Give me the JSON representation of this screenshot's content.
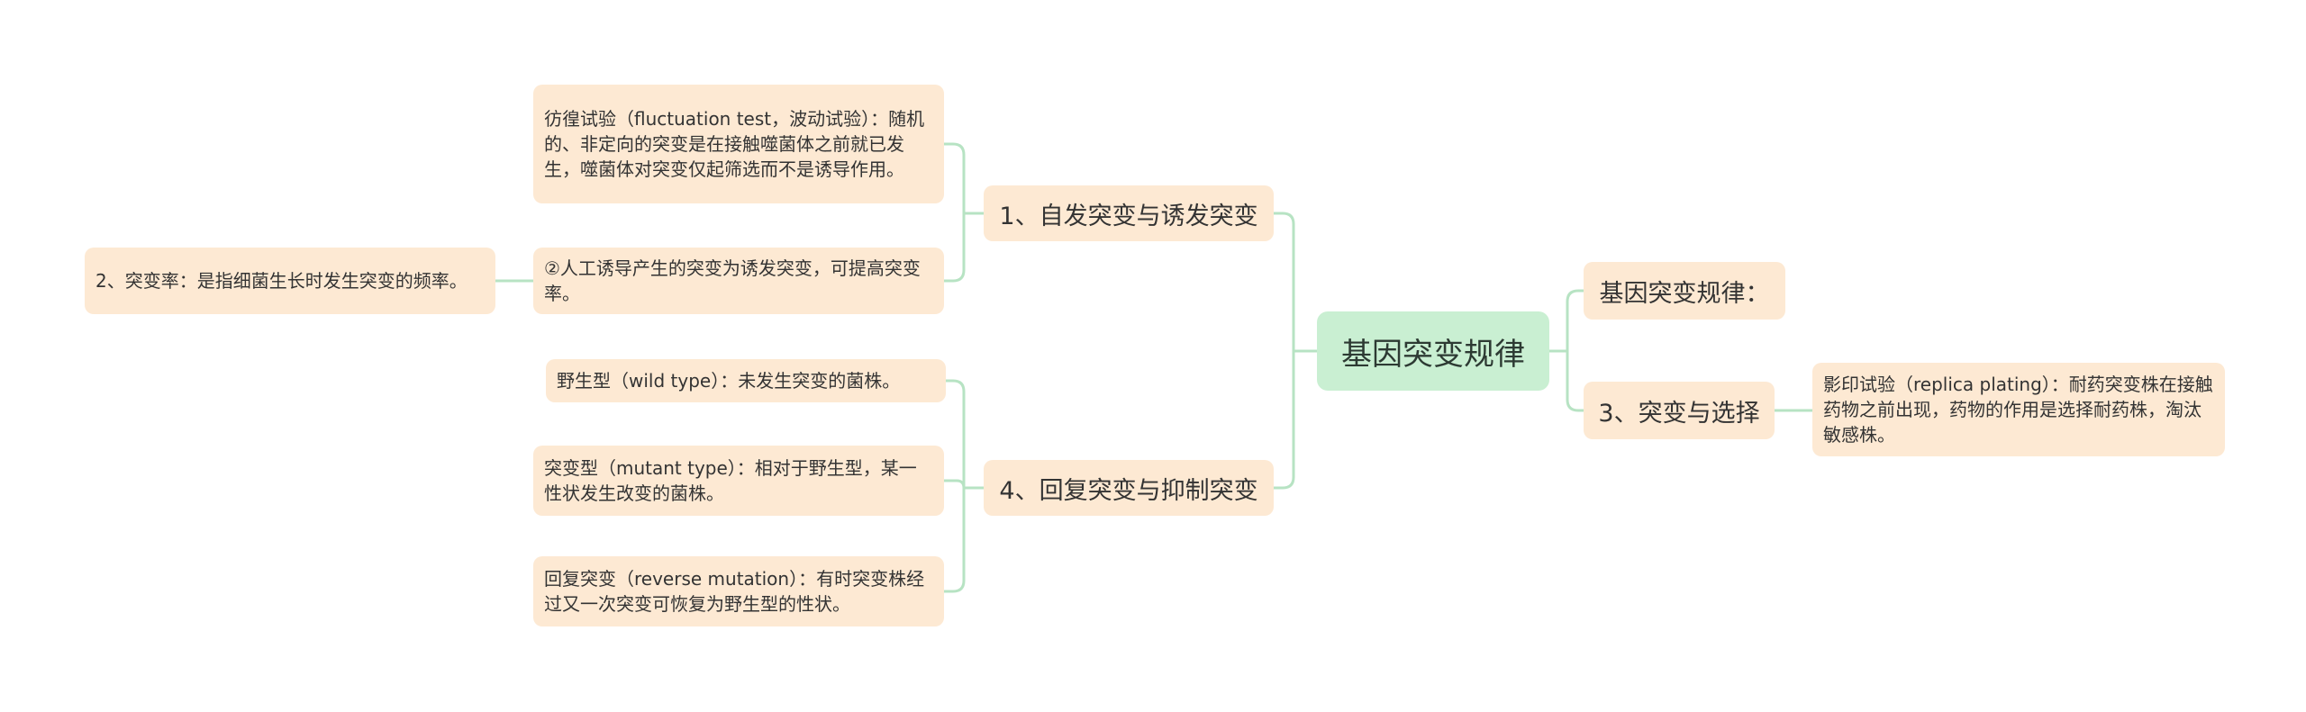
{
  "theme": {
    "line_color": "#b7e3c3",
    "node_fill": "#fde9d3",
    "root_fill": "#c9efd2"
  },
  "root": {
    "label": "基因突变规律"
  },
  "branches": {
    "b1": {
      "label": "1、自发突变与诱发突变"
    },
    "b4": {
      "label": "4、回复突变与抑制突变"
    },
    "bRule": {
      "label": "基因突变规律："
    },
    "b3": {
      "label": "3、突变与选择"
    }
  },
  "leaves": {
    "fluctuation": {
      "text": "彷徨试验（fluctuation test，波动试验）：随机的、非定向的突变是在接触噬菌体之前就已发生，噬菌体对突变仅起筛选而不是诱导作用。"
    },
    "induced": {
      "text": "②人工诱导产生的突变为诱发突变，可提高突变率。"
    },
    "mutation_rate": {
      "text": "2、突变率：是指细菌生长时发生突变的频率。"
    },
    "wild": {
      "text": "野生型（wild type）：未发生突变的菌株。"
    },
    "mutant": {
      "text": "突变型（mutant type）：相对于野生型，某一性状发生改变的菌株。"
    },
    "reverse": {
      "text": "回复突变（reverse mutation）：有时突变株经过又一次突变可恢复为野生型的性状。"
    },
    "replica": {
      "text": "影印试验（replica plating）：耐药突变株在接触药物之前出现，药物的作用是选择耐药株，淘汰敏感株。"
    }
  }
}
